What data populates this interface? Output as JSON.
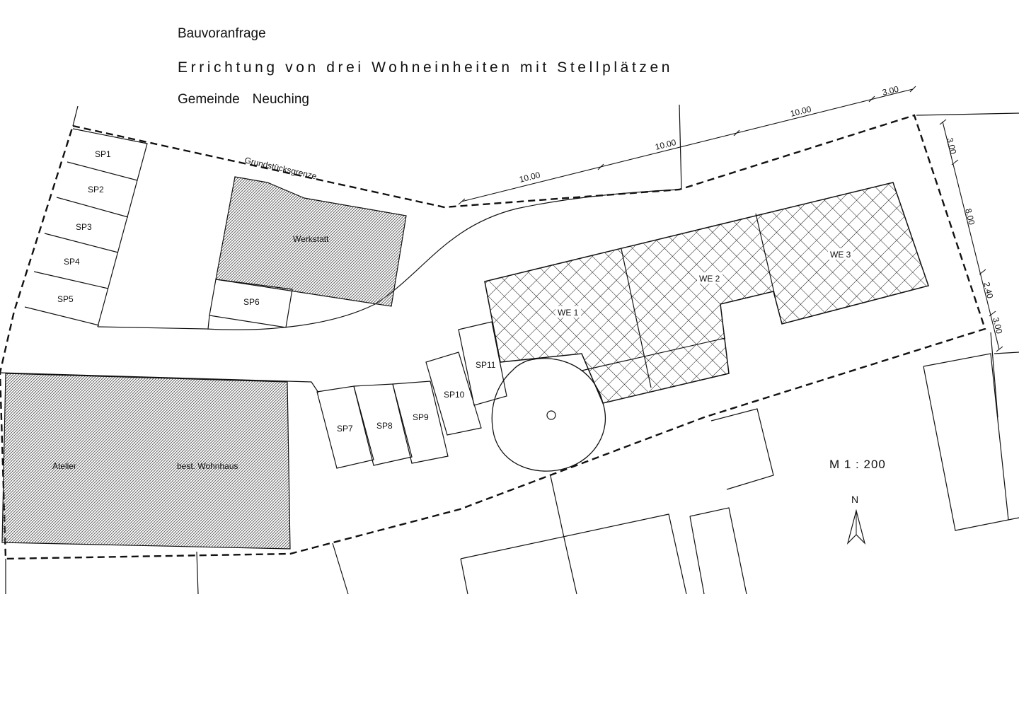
{
  "header": {
    "line1": "Bauvoranfrage",
    "line2": "Errichtung von drei  Wohneinheiten mit Stellplätzen",
    "line3_a": "Gemeinde",
    "line3_b": "Neuching"
  },
  "plan": {
    "boundary_label": "Grundstücksgrenze",
    "parking": [
      "SP1",
      "SP2",
      "SP3",
      "SP4",
      "SP5",
      "SP6",
      "SP7",
      "SP8",
      "SP9",
      "SP10",
      "SP11"
    ],
    "buildings": {
      "workshop": "Werkstatt",
      "studio": "Atelier",
      "existing_house": "best. Wohnhaus"
    },
    "units": [
      "WE 1",
      "WE 2",
      "WE 3"
    ],
    "dimensions_top": [
      "10.00",
      "10.00",
      "10.00",
      "3.00"
    ],
    "dimensions_right": [
      "3.00",
      "8.00",
      "2.40",
      "3.00"
    ],
    "scale": "M 1 : 200",
    "north": "N"
  }
}
